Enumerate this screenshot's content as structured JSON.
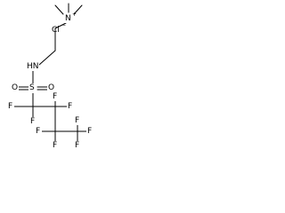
{
  "molecule": {
    "atoms": {
      "n_plus": "N",
      "n_plus_charge": "+",
      "chloride": "Cl",
      "chloride_charge": "−",
      "nh": "HN",
      "s": "S",
      "o_left": "O",
      "o_right": "O",
      "f1": "F",
      "f2": "F",
      "f3": "F",
      "f4": "F",
      "f5": "F",
      "f6": "F",
      "f7": "F",
      "f8": "F",
      "f9": "F"
    }
  }
}
